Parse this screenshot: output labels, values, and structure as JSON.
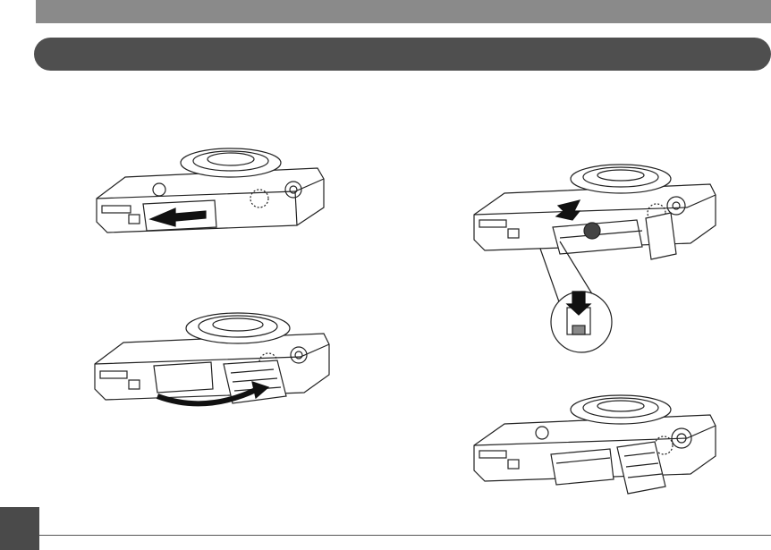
{
  "colors": {
    "top_bar": "#8a8a8a",
    "section_pill": "#4f4f4f",
    "page_tab": "#4a4a4a",
    "line_art": "#222222"
  },
  "figures": [
    {
      "icon": "open-battery-cover-icon",
      "arrow": "left"
    },
    {
      "icon": "battery-cover-hinge-icon",
      "arrow": "curved"
    },
    {
      "icon": "insert-battery-icon",
      "arrow": "up"
    },
    {
      "icon": "battery-inserted-icon",
      "arrow": "none"
    }
  ]
}
